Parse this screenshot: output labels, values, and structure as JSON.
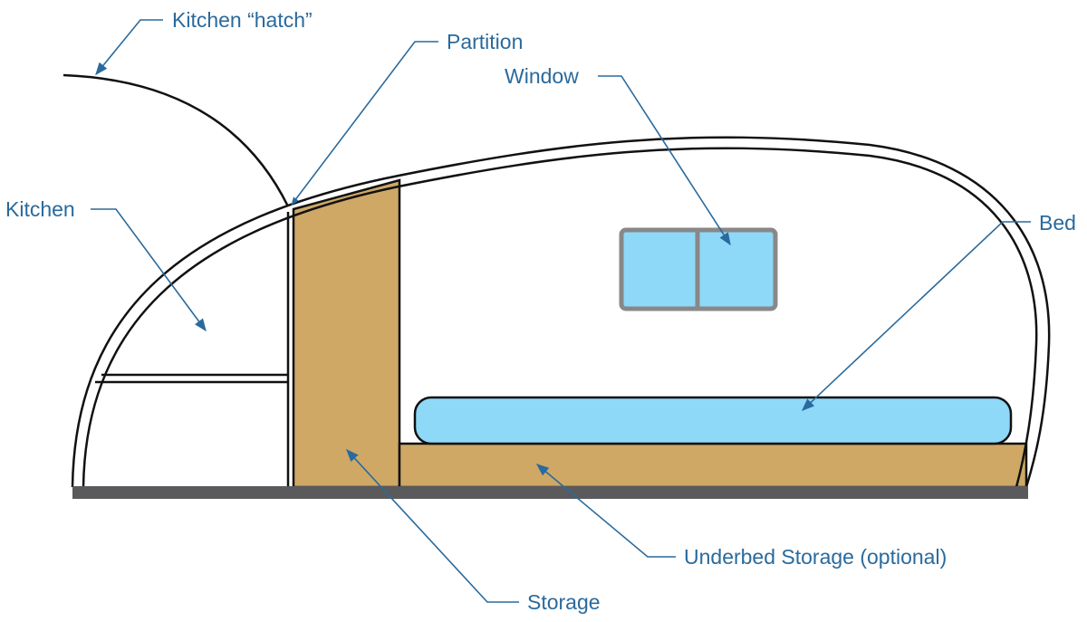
{
  "colors": {
    "label_text": "#2a6a9c",
    "leader_line": "#2a6a9c",
    "outline": "#111111",
    "wood": "#cfa866",
    "glass": "#8ed8f8",
    "mattress": "#8ed8f8",
    "window_frame": "#888888",
    "floor": "#5a5a5c"
  },
  "labels": {
    "kitchen_hatch": "Kitchen “hatch”",
    "partition": "Partition",
    "window": "Window",
    "kitchen": "Kitchen",
    "bed": "Bed",
    "underbed_storage": "Underbed Storage (optional)",
    "storage": "Storage"
  }
}
